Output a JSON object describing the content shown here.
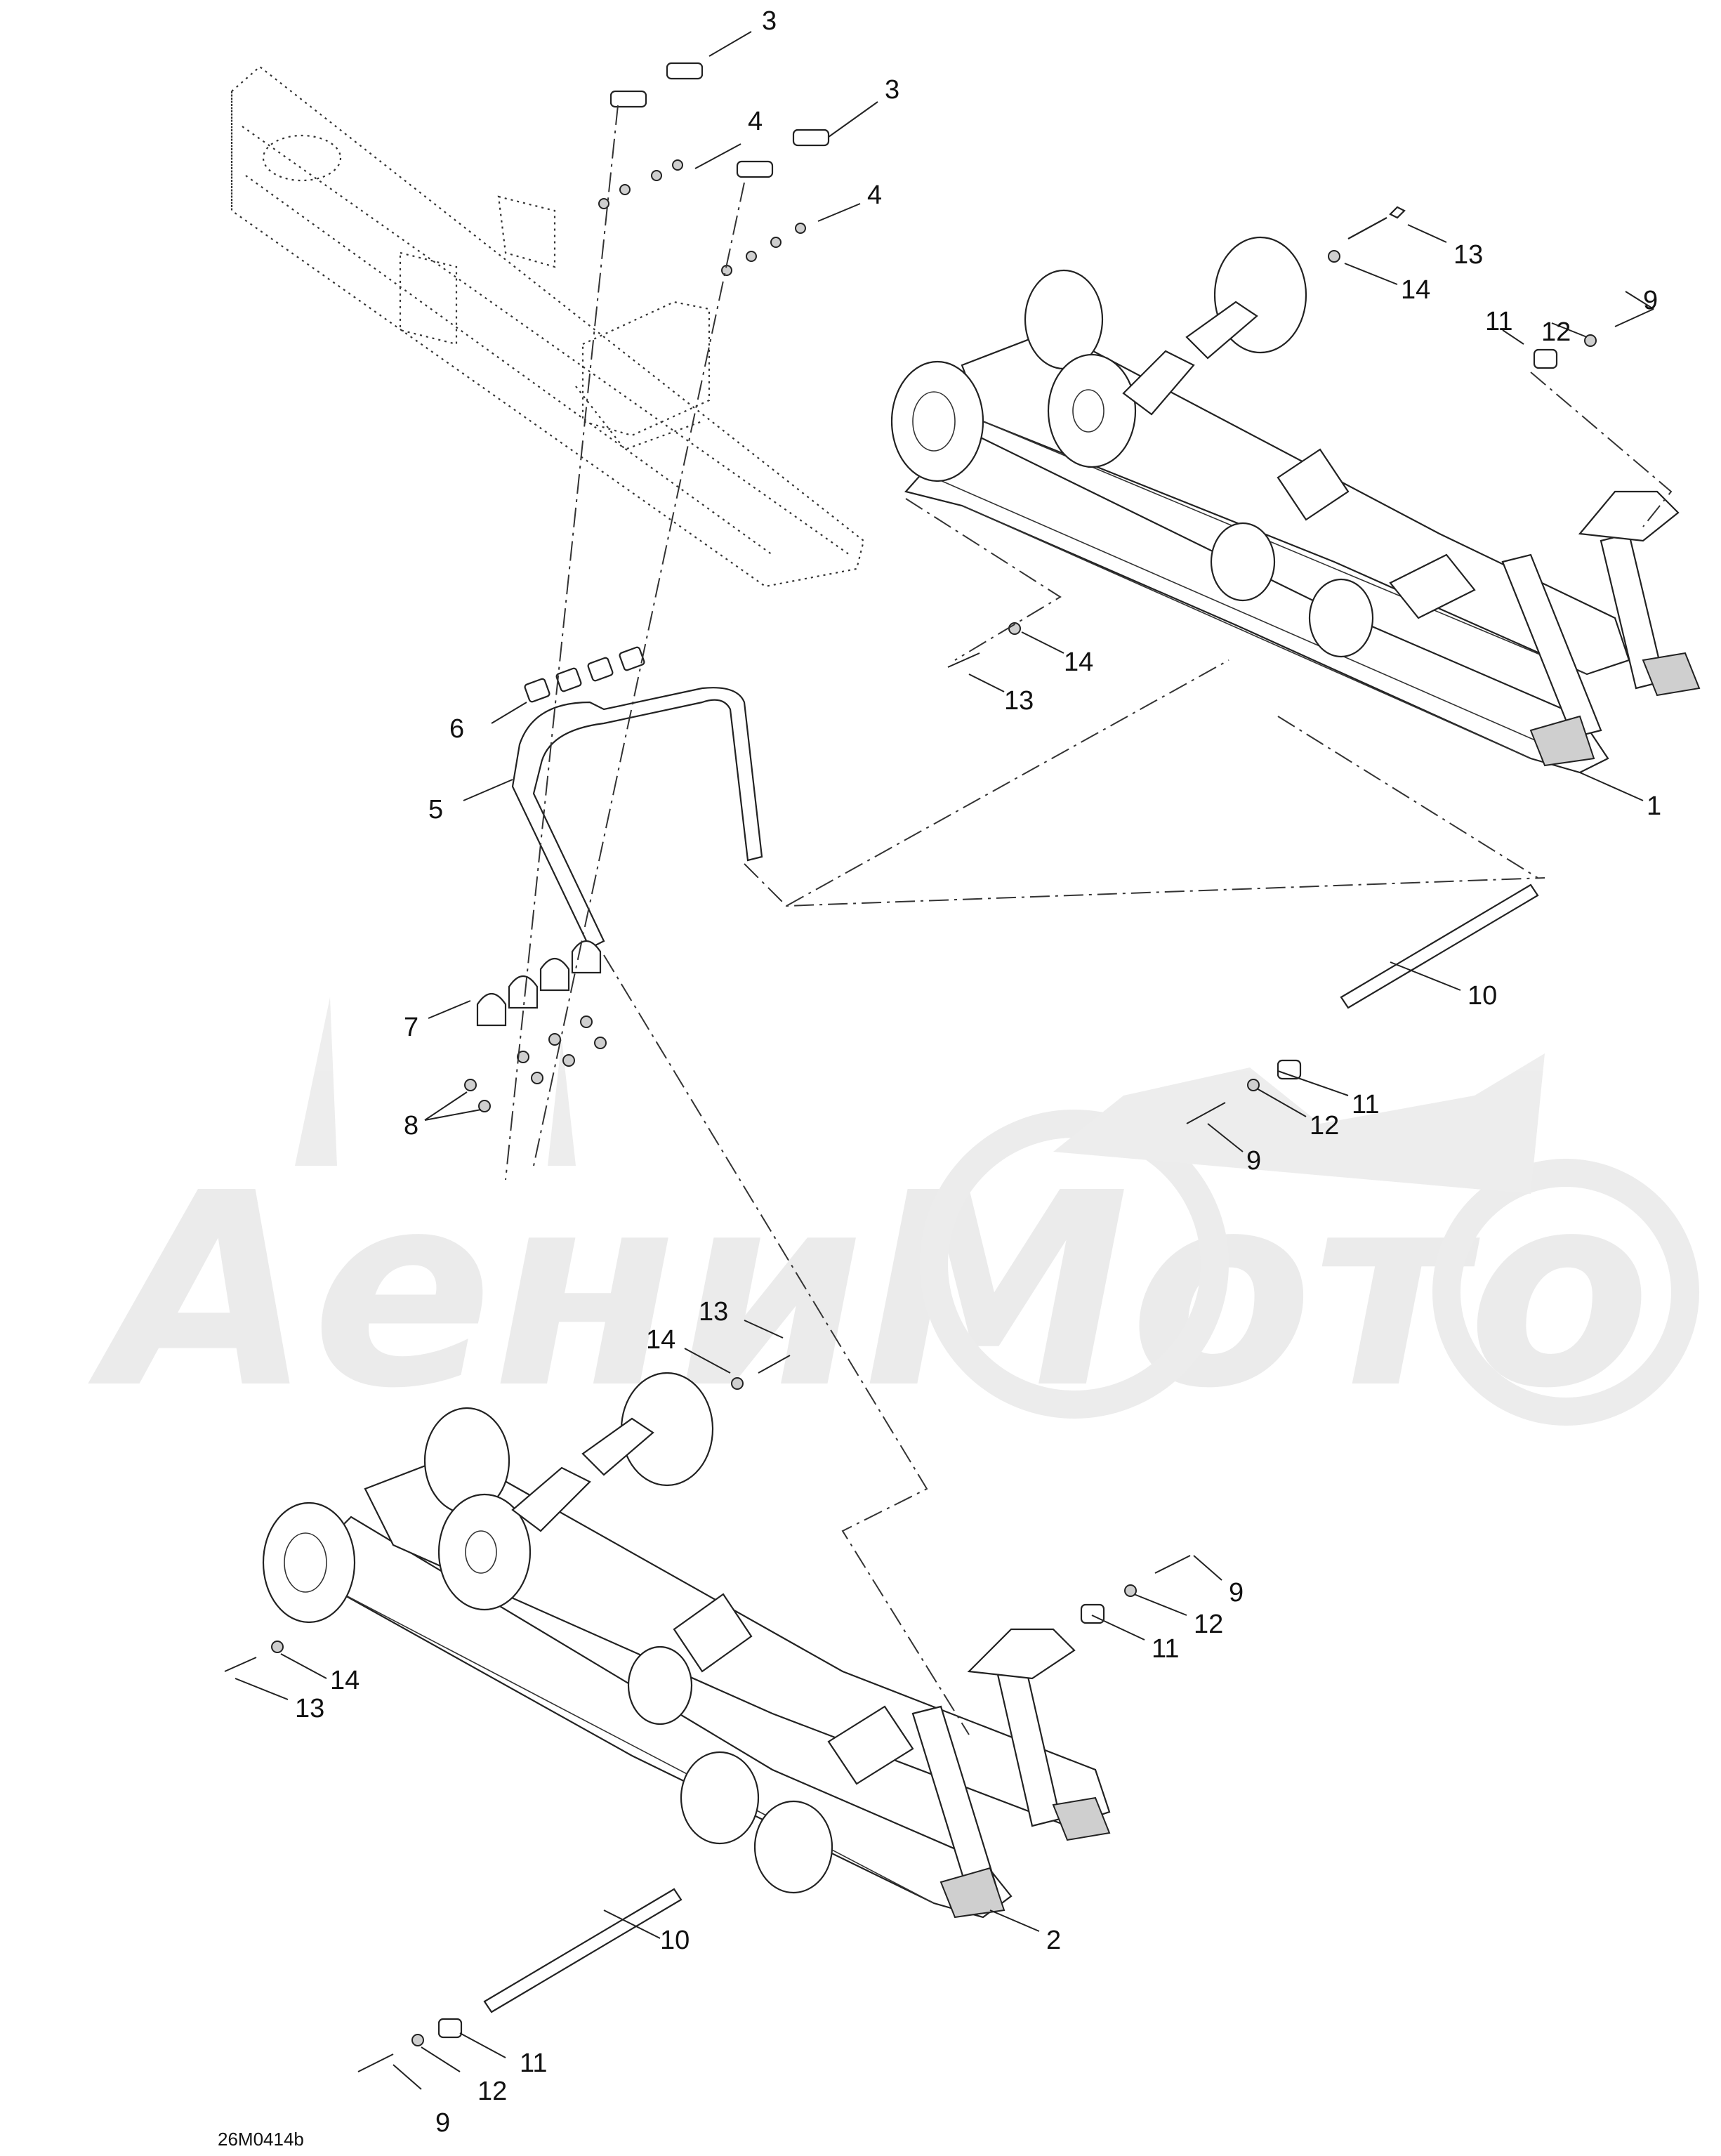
{
  "watermark": {
    "text": "АениМото",
    "color": "#e8e8e8"
  },
  "drawing_code": "26M0414b",
  "callouts": [
    {
      "id": "c1",
      "label": "1"
    },
    {
      "id": "c2",
      "label": "2"
    },
    {
      "id": "c3a",
      "label": "3"
    },
    {
      "id": "c3b",
      "label": "3"
    },
    {
      "id": "c4a",
      "label": "4"
    },
    {
      "id": "c4b",
      "label": "4"
    },
    {
      "id": "c5",
      "label": "5"
    },
    {
      "id": "c6",
      "label": "6"
    },
    {
      "id": "c7",
      "label": "7"
    },
    {
      "id": "c8",
      "label": "8"
    },
    {
      "id": "c9a",
      "label": "9"
    },
    {
      "id": "c9b",
      "label": "9"
    },
    {
      "id": "c9c",
      "label": "9"
    },
    {
      "id": "c9d",
      "label": "9"
    },
    {
      "id": "c10a",
      "label": "10"
    },
    {
      "id": "c10b",
      "label": "10"
    },
    {
      "id": "c11a",
      "label": "11"
    },
    {
      "id": "c11b",
      "label": "11"
    },
    {
      "id": "c11c",
      "label": "11"
    },
    {
      "id": "c11d",
      "label": "11"
    },
    {
      "id": "c12a",
      "label": "12"
    },
    {
      "id": "c12b",
      "label": "12"
    },
    {
      "id": "c12c",
      "label": "12"
    },
    {
      "id": "c12d",
      "label": "12"
    },
    {
      "id": "c13a",
      "label": "13"
    },
    {
      "id": "c13b",
      "label": "13"
    },
    {
      "id": "c13c",
      "label": "13"
    },
    {
      "id": "c13d",
      "label": "13"
    },
    {
      "id": "c14a",
      "label": "14"
    },
    {
      "id": "c14b",
      "label": "14"
    },
    {
      "id": "c14c",
      "label": "14"
    },
    {
      "id": "c14d",
      "label": "14"
    }
  ]
}
